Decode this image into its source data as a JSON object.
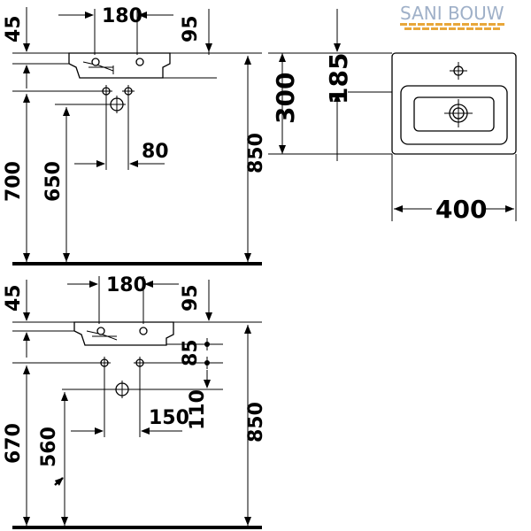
{
  "logo": {
    "word1": "SANI",
    "word2": "BOUW"
  },
  "colors": {
    "logo_text": "#9fb0c8",
    "logo_bricks": "#e8a73a",
    "lines": "#000000"
  },
  "top_view": {
    "dim_180": "180",
    "dim_95": "95",
    "dim_45": "45",
    "dim_80": "80",
    "dim_700": "700",
    "dim_650": "650",
    "dim_850": "850"
  },
  "plan_view": {
    "dim_300": "300",
    "dim_185": "185",
    "dim_400": "400"
  },
  "bottom_view": {
    "dim_180": "180",
    "dim_95": "95",
    "dim_45": "45",
    "dim_85": "85",
    "dim_110": "110",
    "dim_150": "150",
    "dim_670": "670",
    "dim_560": "560",
    "dim_850": "850"
  }
}
